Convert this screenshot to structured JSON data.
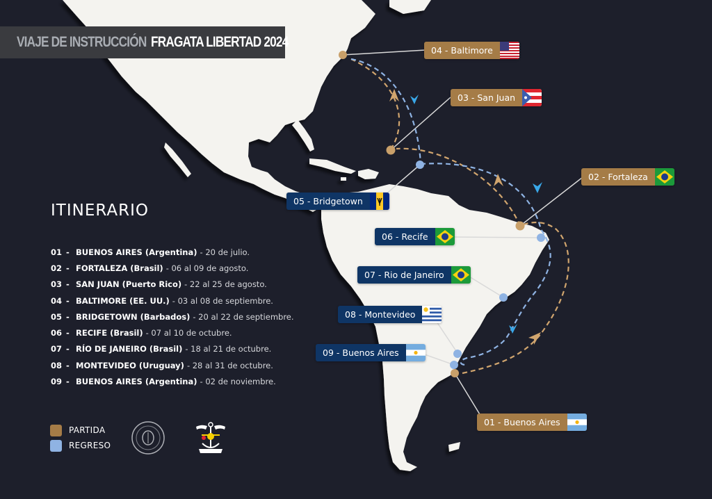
{
  "header": {
    "title_part1": "VIAJE DE INSTRUCCIÓN",
    "title_part2": "FRAGATA LIBERTAD 2024"
  },
  "itinerary": {
    "heading": "ITINERARIO",
    "items": [
      {
        "num": "01",
        "place": "BUENOS AIRES (Argentina)",
        "date": "- 20 de julio."
      },
      {
        "num": "02",
        "place": "FORTALEZA (Brasil)",
        "date": "- 06 al 09 de agosto."
      },
      {
        "num": "03",
        "place": "SAN JUAN (Puerto Rico)",
        "date": "- 22 al 25 de agosto."
      },
      {
        "num": "04",
        "place": "BALTIMORE (EE. UU.)",
        "date": "- 03 al 08 de septiembre."
      },
      {
        "num": "05",
        "place": "BRIDGETOWN (Barbados)",
        "date": "- 20 al 22 de septiembre."
      },
      {
        "num": "06",
        "place": "RECIFE (Brasil)",
        "date": "- 07 al 10 de octubre."
      },
      {
        "num": "07",
        "place": "RÍO DE JANEIRO (Brasil)",
        "date": "- 18 al 21 de octubre."
      },
      {
        "num": "08",
        "place": "MONTEVIDEO (Uruguay)",
        "date": "- 28 al 31 de octubre."
      },
      {
        "num": "09",
        "place": "BUENOS AIRES (Argentina)",
        "date": "- 02 de noviembre."
      }
    ],
    "separator": "-"
  },
  "legend": {
    "items": [
      {
        "label": "PARTIDA",
        "color": "#a57c47"
      },
      {
        "label": "REGRESO",
        "color": "#8fb3e3"
      }
    ]
  },
  "map_labels": [
    {
      "id": "01",
      "text": "01 - Buenos Aires",
      "type": "partida",
      "flag": "argentina"
    },
    {
      "id": "02",
      "text": "02 - Fortaleza",
      "type": "partida",
      "flag": "brazil"
    },
    {
      "id": "03",
      "text": "03 - San Juan",
      "type": "partida",
      "flag": "puerto-rico"
    },
    {
      "id": "04",
      "text": "04 - Baltimore",
      "type": "partida",
      "flag": "usa"
    },
    {
      "id": "05",
      "text": "05 - Bridgetown",
      "type": "regreso",
      "flag": "barbados"
    },
    {
      "id": "06",
      "text": "06 - Recife",
      "type": "regreso",
      "flag": "brazil"
    },
    {
      "id": "07",
      "text": "07 - Rio de Janeiro",
      "type": "regreso",
      "flag": "brazil"
    },
    {
      "id": "08",
      "text": "08 - Montevideo",
      "type": "regreso",
      "flag": "uruguay"
    },
    {
      "id": "09",
      "text": "09 - Buenos Aires",
      "type": "regreso",
      "flag": "argentina"
    }
  ],
  "colors": {
    "background": "#1d1f2b",
    "land": "#f4f3ef",
    "partida": "#a57c47",
    "regreso": "#8fb3e3",
    "regreso_label": "#0f3565",
    "title_bar": "#3a3b3f"
  },
  "logos": [
    {
      "name": "ministerio-de-defensa-seal"
    },
    {
      "name": "armada-argentina-emblem"
    }
  ]
}
